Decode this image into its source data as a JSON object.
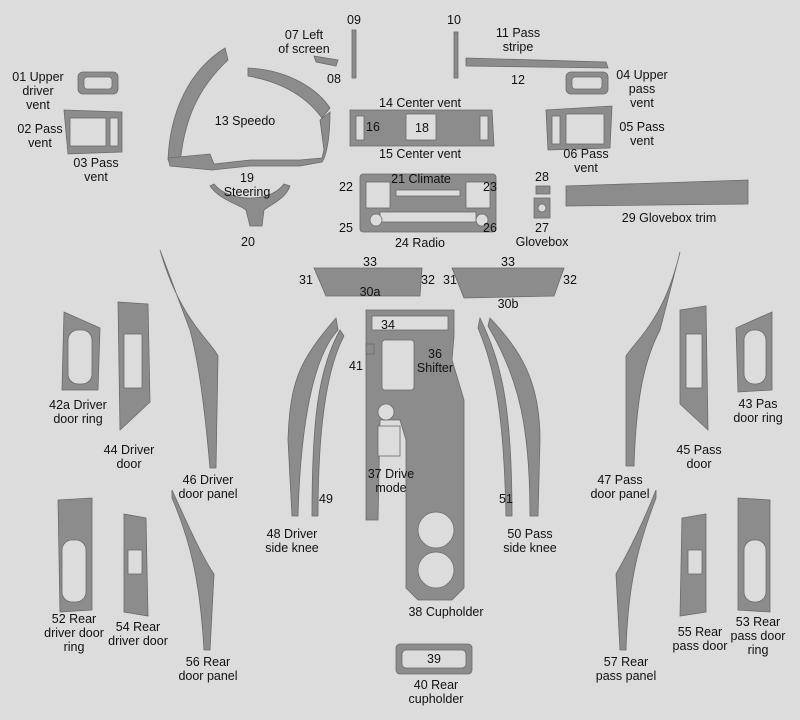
{
  "colors": {
    "background": "#dcdcdc",
    "piece": "#8c8c8c",
    "outline": "#6a6a6a"
  },
  "labels": {
    "p01": "01 Upper\ndriver\nvent",
    "p02": "02 Pass\nvent",
    "p03": "03 Pass\nvent",
    "p04": "04 Upper\npass\nvent",
    "p05": "05 Pass\nvent",
    "p06": "06 Pass\nvent",
    "p07": "07 Left\nof screen",
    "p08": "08",
    "p09": "09",
    "p10": "10",
    "p11": "11 Pass\nstripe",
    "p12": "12",
    "p13": "13 Speedo",
    "p14": "14 Center vent",
    "p15": "15 Center vent",
    "p16": "16",
    "p18": "18",
    "p19": "19\nSteering",
    "p20": "20",
    "p21": "21 Climate",
    "p22": "22",
    "p23": "23",
    "p24": "24 Radio",
    "p25": "25",
    "p26": "26",
    "p27": "27\nGlovebox",
    "p28": "28",
    "p29": "29 Glovebox trim",
    "p30a": "30a",
    "p30b": "30b",
    "p31a": "31",
    "p31b": "31",
    "p32a": "32",
    "p32b": "32",
    "p33a": "33",
    "p33b": "33",
    "p34": "34",
    "p36": "36\nShifter",
    "p37": "37 Drive\nmode",
    "p38": "38 Cupholder",
    "p39": "39",
    "p40": "40 Rear\ncupholder",
    "p41": "41",
    "p42a": "42a Driver\ndoor ring",
    "p43": "43 Pas\ndoor ring",
    "p44": "44 Driver\ndoor",
    "p45": "45 Pass\ndoor",
    "p46": "46 Driver\ndoor panel",
    "p47": "47 Pass\ndoor panel",
    "p48": "48 Driver\nside knee",
    "p49": "49",
    "p50": "50 Pass\nside knee",
    "p51": "51",
    "p52": "52 Rear\ndriver door\nring",
    "p53": "53 Rear\npass door\nring",
    "p54": "54 Rear\ndriver door",
    "p55": "55 Rear\npass door",
    "p56": "56 Rear\ndoor panel",
    "p57": "57 Rear\npass panel"
  }
}
